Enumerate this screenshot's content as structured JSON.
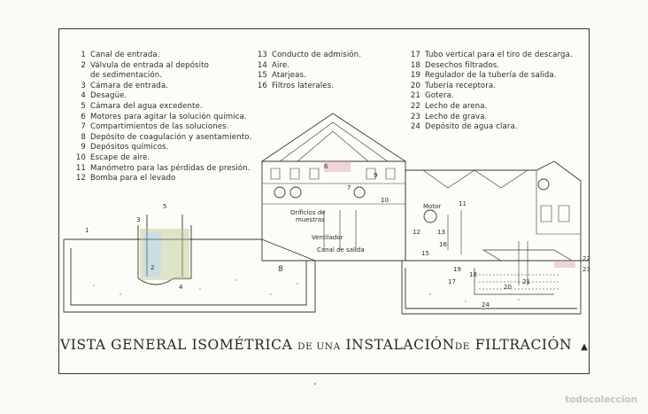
{
  "legend": {
    "col1": [
      {
        "n": "1",
        "text": "Canal de entrada."
      },
      {
        "n": "2",
        "text": "Válvula de entrada al depósito"
      },
      {
        "n": "",
        "text": "de sedimentación."
      },
      {
        "n": "3",
        "text": "Cámara de entrada."
      },
      {
        "n": "4",
        "text": "Desagüe."
      },
      {
        "n": "5",
        "text": "Cámara del agua excedente."
      },
      {
        "n": "6",
        "text": "Motores para agitar la solución química."
      },
      {
        "n": "7",
        "text": "Compartimientos de las soluciones."
      },
      {
        "n": "8",
        "text": "Depósito de coagulación y asentamiento."
      },
      {
        "n": "9",
        "text": "Depósitos químicos."
      },
      {
        "n": "10",
        "text": "Escape de aire."
      },
      {
        "n": "11",
        "text": "Manómetro para las pérdidas de presión."
      },
      {
        "n": "12",
        "text": "Bomba para el levado"
      }
    ],
    "col2": [
      {
        "n": "13",
        "text": "Conducto de admisión."
      },
      {
        "n": "14",
        "text": "Aire."
      },
      {
        "n": "15",
        "text": "Atarjeas."
      },
      {
        "n": "16",
        "text": "Filtros laterales."
      }
    ],
    "col3": [
      {
        "n": "17",
        "text": "Tubo vertical para el tiro de descarga."
      },
      {
        "n": "18",
        "text": "Desechos filtrados."
      },
      {
        "n": "19",
        "text": "Regulador de la tubería de salida."
      },
      {
        "n": "20",
        "text": "Tubería receptora."
      },
      {
        "n": "21",
        "text": "Gotera."
      },
      {
        "n": "22",
        "text": "Lecho de arena."
      },
      {
        "n": "23",
        "text": "Lecho de grava."
      },
      {
        "n": "24",
        "text": "Depósito de agua clara."
      }
    ]
  },
  "drawing_labels": {
    "orificios_1": "Orificios de",
    "orificios_2": "muestras",
    "motor": "Motor",
    "ventilador": "Ventilador",
    "canal_salida": "Canal de salida",
    "tank_8": "8",
    "n1": "1",
    "n2": "2",
    "n3": "3",
    "n4": "4",
    "n5": "5",
    "n6": "6",
    "n7": "7",
    "n9": "9",
    "n10": "10",
    "n11": "11",
    "n12": "12",
    "n13": "13",
    "n15": "15",
    "n16": "16",
    "n17": "17",
    "n18": "18",
    "n19": "19",
    "n20": "20",
    "n21": "21",
    "n22": "22",
    "n23": "23",
    "n24": "24"
  },
  "caption": {
    "w1": "VISTA GENERAL ISOMÉTRICA",
    "w2": "DE UNA",
    "w3": "INSTALACIÓN",
    "w4": "DE",
    "w5": "FILTRACIÓN"
  },
  "watermark": "todocoleccion",
  "colors": {
    "ink": "#2f2b27",
    "paper": "#fdfcf8",
    "blue_tint": "#8fb9c9",
    "green_tint": "#b8c98d",
    "pink_tint": "#d9a3b0"
  }
}
